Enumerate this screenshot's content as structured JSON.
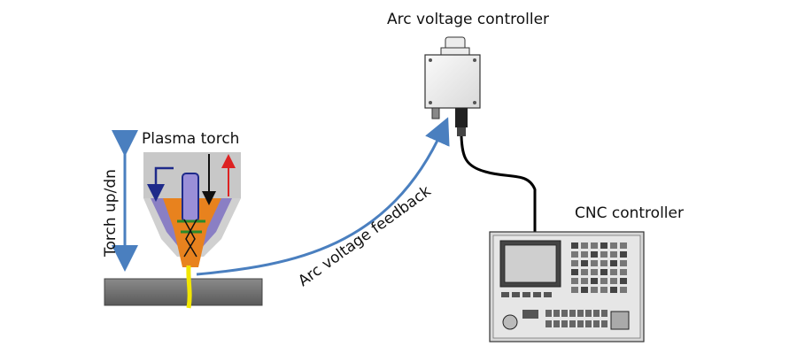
{
  "labels": {
    "arc_voltage_controller": "Arc voltage controller",
    "plasma_torch": "Plasma torch",
    "cnc_controller": "CNC controller",
    "torch_up_dn": "Torch up/dn",
    "arc_voltage_feedback": "Arc voltage feedback"
  },
  "colors": {
    "feedback_arrow": "#4a7fbf",
    "torch_motion_arrow": "#4a7fbf",
    "cable": "#000000",
    "torch_body": "#c8c8c8",
    "torch_nozzle": "#e8821e",
    "torch_shield": "#8a7fc4",
    "arc": "#f2e600",
    "workpiece": "#6e6e6e"
  }
}
